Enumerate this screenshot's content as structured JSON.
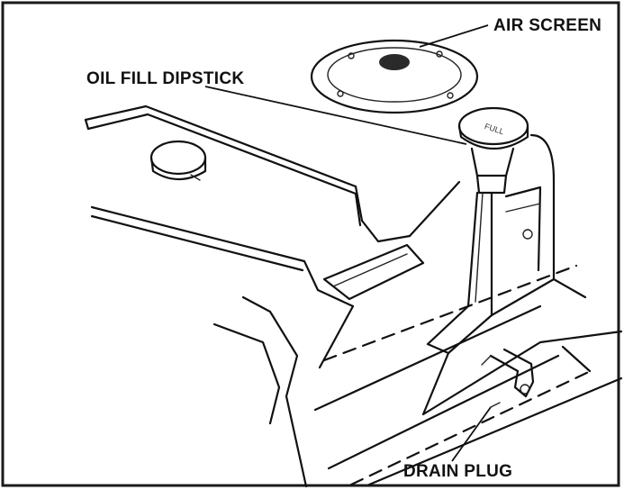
{
  "diagram": {
    "labels": {
      "air_screen": "AIR SCREEN",
      "oil_fill_dipstick": "OIL FILL DIPSTICK",
      "drain_plug": "DRAIN PLUG"
    },
    "cap_marking": "FULL"
  }
}
